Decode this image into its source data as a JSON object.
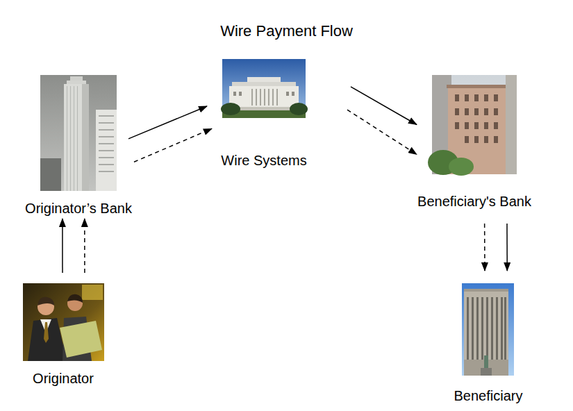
{
  "diagram": {
    "title": "Wire Payment Flow",
    "nodes": [
      {
        "text": [
          "Wire Systems"
        ]
      },
      {
        "text": [
          "Originator’s Bank"
        ]
      },
      {
        "text": [
          "Beneficiary's Bank"
        ]
      },
      {
        "text": [
          "Originator"
        ]
      },
      {
        "text": [
          "Beneficiary"
        ]
      }
    ],
    "edges": [
      {
        "from": 3,
        "to": 1,
        "arrow": "to"
      },
      {
        "from": 3,
        "to": 1,
        "arrow": "to"
      },
      {
        "from": 1,
        "to": 0,
        "arrow": "to"
      },
      {
        "from": 1,
        "to": 0,
        "arrow": "to"
      },
      {
        "from": 0,
        "to": 2,
        "arrow": "to"
      },
      {
        "from": 0,
        "to": 2,
        "arrow": "to"
      },
      {
        "from": 2,
        "to": 4,
        "arrow": "to"
      },
      {
        "from": 2,
        "to": 4,
        "arrow": "to"
      }
    ]
  }
}
